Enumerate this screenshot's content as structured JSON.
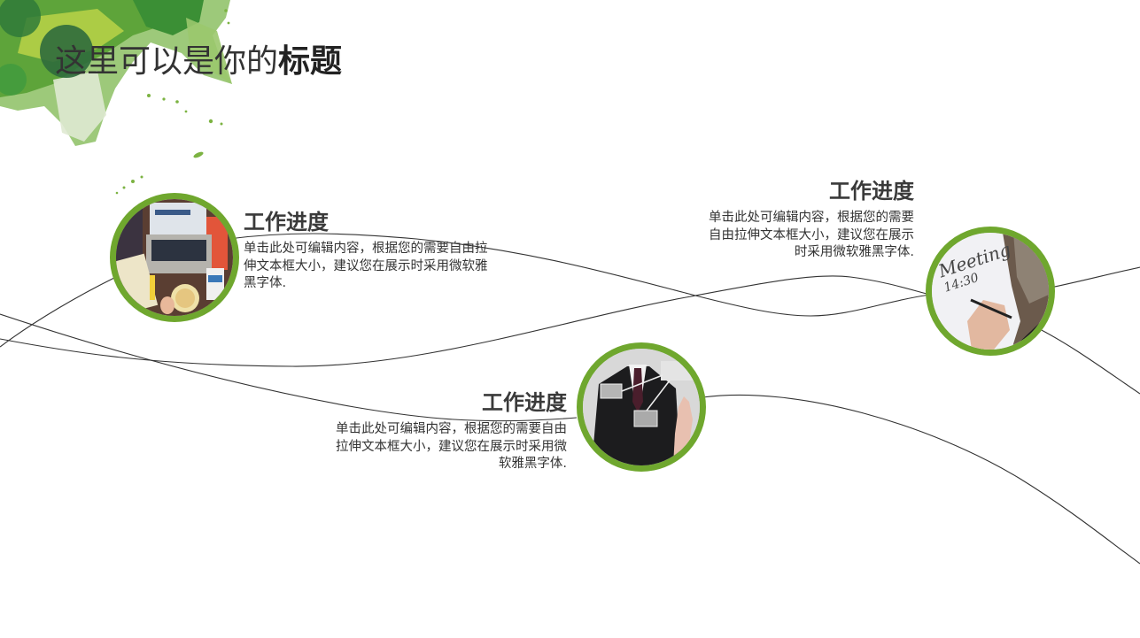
{
  "title": {
    "light": "这里可以是你的",
    "bold": "标题"
  },
  "colors": {
    "ring": "#6fa72e",
    "heading": "#3a3a3a",
    "body": "#333333",
    "curve": "#333333"
  },
  "items": [
    {
      "heading": "工作进度",
      "body": "单击此处可编辑内容，根据您的需要自由拉伸文本框大小，建议您在展示时采用微软雅黑字体.",
      "photo": "laptop-desk-photo"
    },
    {
      "heading": "工作进度",
      "body": "单击此处可编辑内容，根据您的需要自由拉伸文本框大小，建议您在展示时采用微软雅黑字体.",
      "photo": "businessman-diagram-photo"
    },
    {
      "heading": "工作进度",
      "body": "单击此处可编辑内容，根据您的需要自由拉伸文本框大小，建议您在展示时采用微软雅黑字体.",
      "photo": "meeting-whiteboard-photo",
      "photo_text": [
        "Meeting",
        "14:30"
      ]
    }
  ]
}
